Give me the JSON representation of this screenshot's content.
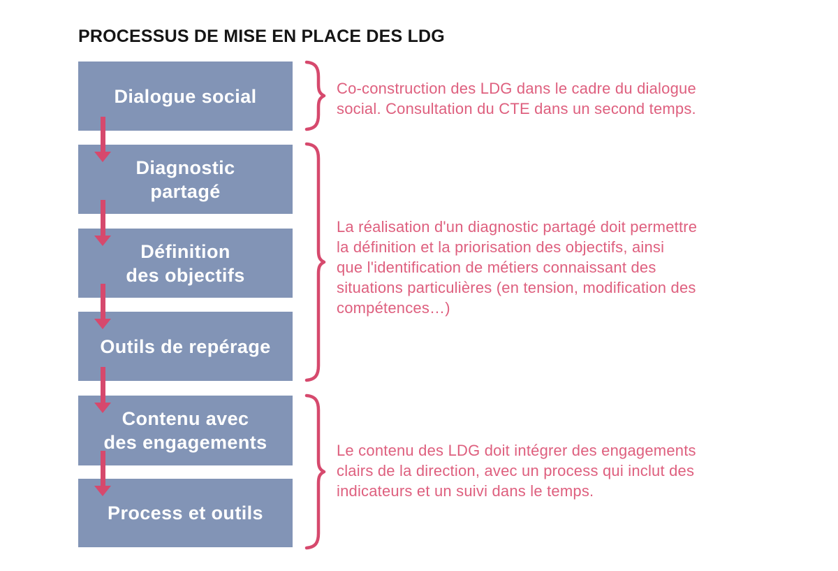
{
  "title": "PROCESSUS DE MISE EN PLACE DES LDG",
  "colors": {
    "box_fill": "#8294b6",
    "box_text": "#ffffff",
    "accent_pink": "#d6496d",
    "note_pink": "#de5f7e",
    "title_text": "#151515",
    "background": "#ffffff"
  },
  "flow": {
    "boxes": [
      {
        "label": "Dialogue social"
      },
      {
        "label": "Diagnostic\npartagé"
      },
      {
        "label": "Définition\ndes objectifs"
      },
      {
        "label": "Outils de repérage"
      },
      {
        "label": "Contenu avec\ndes engagements"
      },
      {
        "label": "Process et outils"
      }
    ]
  },
  "notes": [
    {
      "text": "Co-construction des LDG dans le cadre du dialogue\nsocial. Consultation du CTE dans un second temps."
    },
    {
      "text": "La réalisation d'un diagnostic partagé doit permettre\nla définition et la priorisation des objectifs, ainsi\nque l'identification de métiers connaissant des\nsituations particulières (en tension, modification des\ncompétences…)"
    },
    {
      "text": "Le contenu des LDG doit intégrer des engagements\nclairs de la direction, avec un process qui inclut des\nindicateurs et un suivi dans le temps."
    }
  ]
}
